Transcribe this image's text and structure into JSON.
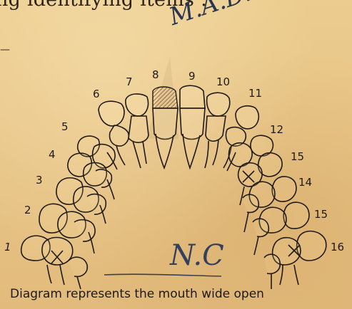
{
  "heading_fragment": "ng identifying items :",
  "dash_mark": "—",
  "handwriting": {
    "top": "M.A.D.",
    "bottom": "N.C"
  },
  "tooth_numbers": [
    "1",
    "2",
    "3",
    "4",
    "5",
    "6",
    "7",
    "8",
    "9",
    "10",
    "11",
    "12",
    "15",
    "14",
    "15",
    "16"
  ],
  "caption": "Diagram represents the mouth wide open"
}
